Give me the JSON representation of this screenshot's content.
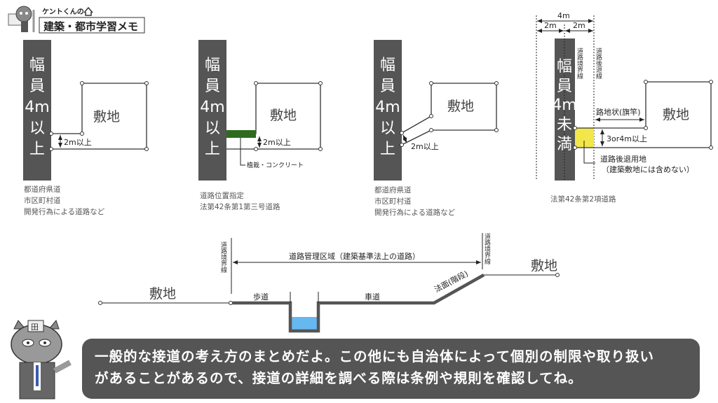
{
  "logo": {
    "small": "ケントくんの",
    "title": "建築・都市学習メモ"
  },
  "panel1": {
    "road": [
      "幅",
      "員",
      "4m",
      "以",
      "上"
    ],
    "site": "敷地",
    "dim": "2m以上",
    "caption": [
      "都道府県道",
      "市区町村道",
      "開発行為による道路など"
    ]
  },
  "panel2": {
    "road": [
      "幅",
      "員",
      "4m",
      "以",
      "上"
    ],
    "site": "敷地",
    "dim": "2m以上",
    "planting": "植栽・コンクリート",
    "caption": [
      "道路位置指定",
      "法第42条第1第三号道路"
    ]
  },
  "panel3": {
    "road": [
      "幅",
      "員",
      "4m",
      "以",
      "上"
    ],
    "site": "敷地",
    "dim": "2m以上",
    "caption": [
      "都道府県道",
      "市区町村道",
      "開発行為による道路など"
    ]
  },
  "panel4": {
    "total": "4m",
    "half_left": "2m",
    "half_right": "2m",
    "boundary": "道路境界線",
    "setback": "道路後退線",
    "road": [
      "幅",
      "員",
      "4m",
      "未",
      "満"
    ],
    "flag": "路地状(旗竿)",
    "site": "敷地",
    "dim": "3or4m以上",
    "setback_land": "道路後退用地",
    "setback_note": "（建築敷地には含めない）",
    "caption": "法第42条第2項道路"
  },
  "section": {
    "boundary_left": "道路境界線",
    "boundary_right": "道路境界線",
    "zone": "道路管理区域（建築基準法上の道路）",
    "site_left": "敷地",
    "site_right": "敷地",
    "sidewalk": "歩道",
    "roadway": "車道",
    "slope": "法面(階段)"
  },
  "bubble": {
    "line1": "一般的な接道の考え方のまとめだよ。この他にも自治体によって個別の制限や取り扱い",
    "line2": "があることがあるので、接道の詳細を調べる際は条例や規則を確認してね。"
  },
  "colors": {
    "road": "#555555",
    "green": "#2e6b1f",
    "yellow": "#f3e64a",
    "water": "#66b8f0",
    "bubble": "#555555"
  }
}
